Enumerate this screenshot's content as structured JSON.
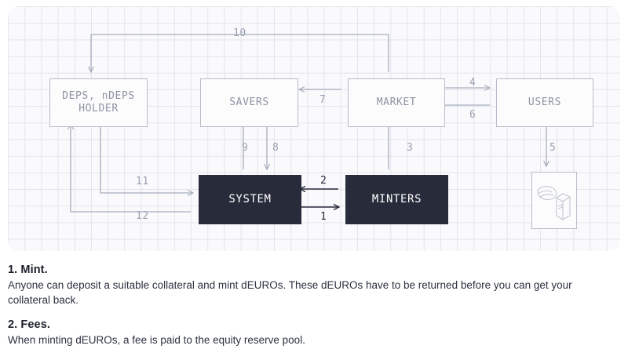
{
  "diagram": {
    "nodes": [
      {
        "id": "deps",
        "label": "DEPS, nDEPS\nHOLDER",
        "style": "light"
      },
      {
        "id": "savers",
        "label": "SAVERS",
        "style": "light"
      },
      {
        "id": "market",
        "label": "MARKET",
        "style": "light"
      },
      {
        "id": "users",
        "label": "USERS",
        "style": "light"
      },
      {
        "id": "system",
        "label": "SYSTEM",
        "style": "dark"
      },
      {
        "id": "minters",
        "label": "MINTERS",
        "style": "dark"
      }
    ],
    "goods_icon": "groceries-icon",
    "edges": [
      {
        "label": "1",
        "from": "system",
        "to": "minters"
      },
      {
        "label": "2",
        "from": "minters",
        "to": "system"
      },
      {
        "label": "3",
        "from": "minters",
        "to": "market"
      },
      {
        "label": "4",
        "from": "market",
        "to": "users"
      },
      {
        "label": "5",
        "from": "users",
        "to": "goods"
      },
      {
        "label": "6",
        "from": "users",
        "to": "market"
      },
      {
        "label": "7",
        "from": "market",
        "to": "savers"
      },
      {
        "label": "8",
        "from": "savers",
        "to": "system"
      },
      {
        "label": "9",
        "from": "system",
        "to": "savers"
      },
      {
        "label": "10",
        "from": "market",
        "to": "deps"
      },
      {
        "label": "11",
        "from": "deps",
        "to": "system"
      },
      {
        "label": "12",
        "from": "system",
        "to": "deps"
      }
    ],
    "colors": {
      "panel_bg": "#fafafc",
      "node_dark": "#272b3a",
      "node_light_border": "#b9bdc9",
      "edge_stroke": "#a8aebd",
      "label_text": "#9aa0b0"
    }
  },
  "notes": [
    {
      "title": "1. Mint.",
      "body": "Anyone can deposit a suitable collateral and mint dEUROs. These dEUROs have to be returned before you can get your collateral back."
    },
    {
      "title": "2. Fees.",
      "body": "When minting dEUROs, a fee is paid to the equity reserve pool."
    }
  ]
}
